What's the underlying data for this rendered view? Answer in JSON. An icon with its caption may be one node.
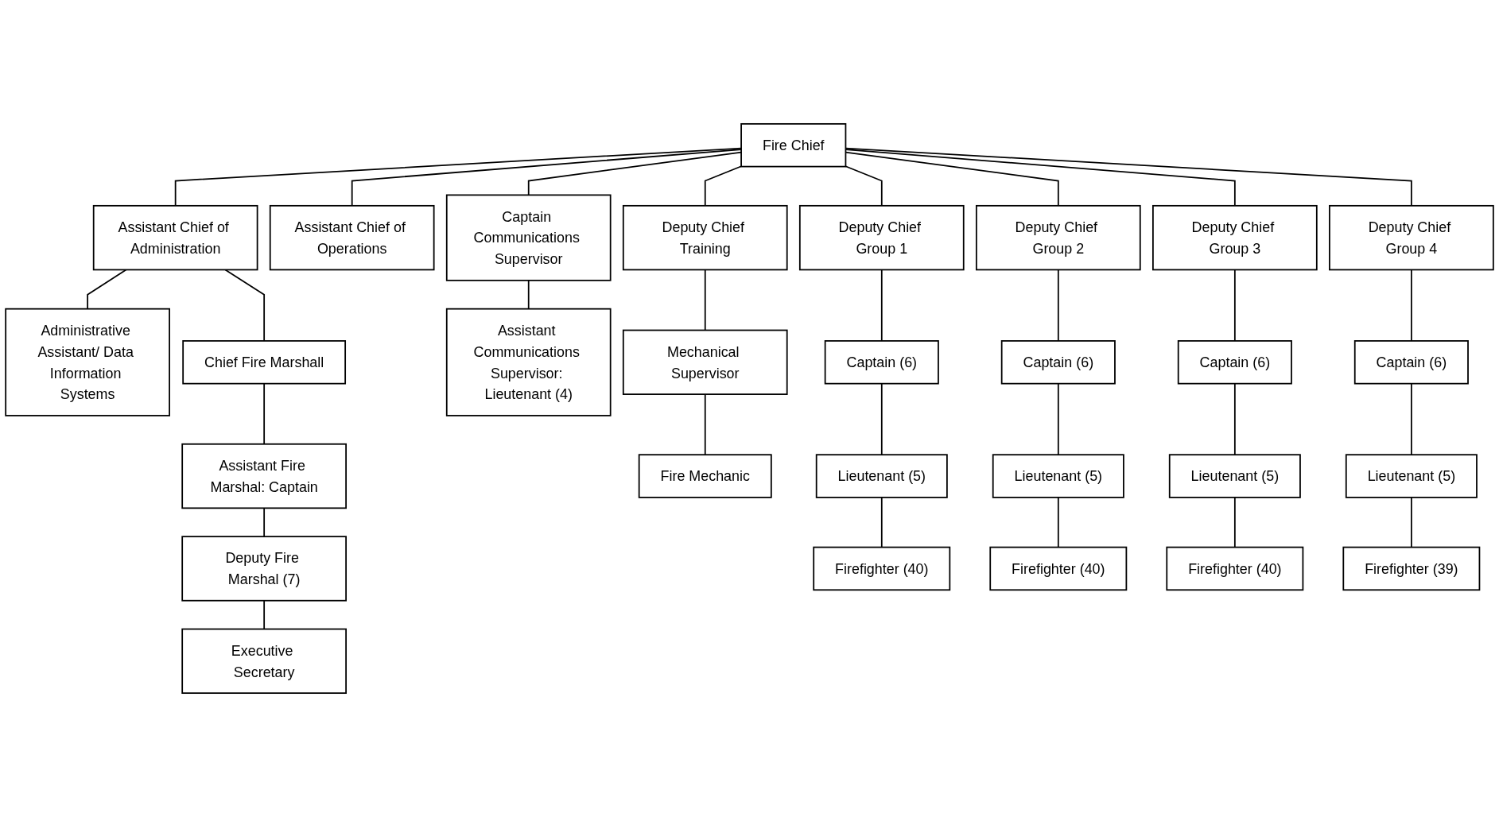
{
  "diagram": {
    "nodes": [
      {
        "text": [
          "Fire Chief"
        ]
      },
      {
        "text": [
          "Assistant Chief of Administration"
        ]
      },
      {
        "text": [
          "Assistant Chief of Operations"
        ]
      },
      {
        "text": [
          "Captain Communications Supervisor"
        ]
      },
      {
        "text": [
          "Deputy Chief Training"
        ]
      },
      {
        "text": [
          "Deputy Chief Group 1"
        ]
      },
      {
        "text": [
          "Deputy Chief Group 2"
        ]
      },
      {
        "text": [
          "Deputy Chief Group 3"
        ]
      },
      {
        "text": [
          "Deputy Chief Group 4"
        ]
      },
      {
        "text": [
          "Administrative Assistant/ Data Information Systems"
        ]
      },
      {
        "text": [
          "Chief Fire Marshall"
        ]
      },
      {
        "text": [
          "Assistant Communications Supervisor: Lieutenant (4)"
        ]
      },
      {
        "text": [
          "Mechanical Supervisor"
        ]
      },
      {
        "text": [
          "Captain (6)"
        ]
      },
      {
        "text": [
          "Captain (6)"
        ]
      },
      {
        "text": [
          "Captain (6)"
        ]
      },
      {
        "text": [
          "Captain (6)"
        ]
      },
      {
        "text": [
          "Assistant Fire Marshal: Captain"
        ]
      },
      {
        "text": [
          "Fire Mechanic"
        ]
      },
      {
        "text": [
          "Lieutenant (5)"
        ]
      },
      {
        "text": [
          "Lieutenant (5)"
        ]
      },
      {
        "text": [
          "Lieutenant (5)"
        ]
      },
      {
        "text": [
          "Lieutenant (5)"
        ]
      },
      {
        "text": [
          "Deputy Fire Marshal (7)"
        ]
      },
      {
        "text": [
          "Firefighter (40)"
        ]
      },
      {
        "text": [
          "Firefighter (40)"
        ]
      },
      {
        "text": [
          "Firefighter (40)"
        ]
      },
      {
        "text": [
          "Firefighter (39)"
        ]
      },
      {
        "text": [
          "Executive Secretary"
        ]
      }
    ],
    "edges": [
      {
        "from": 0,
        "to": 1,
        "arrow": "none"
      },
      {
        "from": 0,
        "to": 2,
        "arrow": "none"
      },
      {
        "from": 0,
        "to": 3,
        "arrow": "none"
      },
      {
        "from": 0,
        "to": 4,
        "arrow": "none"
      },
      {
        "from": 0,
        "to": 5,
        "arrow": "none"
      },
      {
        "from": 0,
        "to": 6,
        "arrow": "none"
      },
      {
        "from": 0,
        "to": 7,
        "arrow": "none"
      },
      {
        "from": 0,
        "to": 8,
        "arrow": "none"
      },
      {
        "from": 1,
        "to": 9,
        "arrow": "none"
      },
      {
        "from": 1,
        "to": 10,
        "arrow": "none"
      },
      {
        "from": 3,
        "to": 11,
        "arrow": "none"
      },
      {
        "from": 4,
        "to": 12,
        "arrow": "none"
      },
      {
        "from": 5,
        "to": 13,
        "arrow": "none"
      },
      {
        "from": 6,
        "to": 14,
        "arrow": "none"
      },
      {
        "from": 7,
        "to": 15,
        "arrow": "none"
      },
      {
        "from": 8,
        "to": 16,
        "arrow": "none"
      },
      {
        "from": 10,
        "to": 17,
        "arrow": "none"
      },
      {
        "from": 12,
        "to": 18,
        "arrow": "none"
      },
      {
        "from": 13,
        "to": 19,
        "arrow": "none"
      },
      {
        "from": 14,
        "to": 20,
        "arrow": "none"
      },
      {
        "from": 15,
        "to": 21,
        "arrow": "none"
      },
      {
        "from": 16,
        "to": 22,
        "arrow": "none"
      },
      {
        "from": 17,
        "to": 23,
        "arrow": "none"
      },
      {
        "from": 19,
        "to": 24,
        "arrow": "none"
      },
      {
        "from": 20,
        "to": 25,
        "arrow": "none"
      },
      {
        "from": 21,
        "to": 26,
        "arrow": "none"
      },
      {
        "from": 22,
        "to": 27,
        "arrow": "none"
      },
      {
        "from": 23,
        "to": 28,
        "arrow": "none"
      }
    ]
  }
}
